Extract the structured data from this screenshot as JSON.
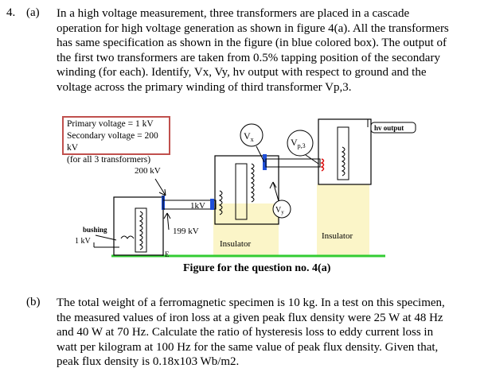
{
  "question": {
    "number": "4.",
    "part_a": {
      "label": "(a)",
      "lines": [
        "In a high voltage measurement, three transformers are placed in a cascade",
        "operation for high voltage generation as shown in figure 4(a). All the transformers",
        "has same specification as shown in the figure (in blue colored box). The output of",
        "the first two transformers are taken from 0.5% tapping position of the secondary",
        "winding (for each). Identify, Vx, Vy, hv output with respect to ground and the",
        "voltage across the primary winding of third transformer Vp,3."
      ]
    },
    "figure": {
      "spec_lines": [
        "Primary voltage = 1 kV",
        "Secondary voltage = 200 kV",
        "(for all 3 transformers)"
      ],
      "labels": {
        "v200": "200 kV",
        "v199": "199 kV",
        "v1kv_top": "1kV",
        "v1kv_left": "1 kV",
        "bushing": "bushing",
        "earth": "E",
        "insulator1": "Insulator",
        "insulator2": "Insulator",
        "vx": "V",
        "vx_sub": "x",
        "vy": "V",
        "vy_sub": "y",
        "vp3": "V",
        "vp3_sub": "p,3",
        "hv_output": "hv output"
      },
      "caption": "Figure for the question no. 4(a)"
    },
    "part_b": {
      "label": "(b)",
      "lines": [
        "The total weight of a ferromagnetic specimen is 10 kg. In a test on this specimen,",
        "the measured values of iron loss at a given peak flux density were 25 W at 48 Hz",
        "and 40 W at 70 Hz. Calculate the ratio of hysteresis loss to eddy current loss in",
        "watt per kilogram at 100 Hz for the same value of peak flux density. Given that,",
        "peak flux density is 0.18x103 Wb/m2."
      ]
    }
  }
}
